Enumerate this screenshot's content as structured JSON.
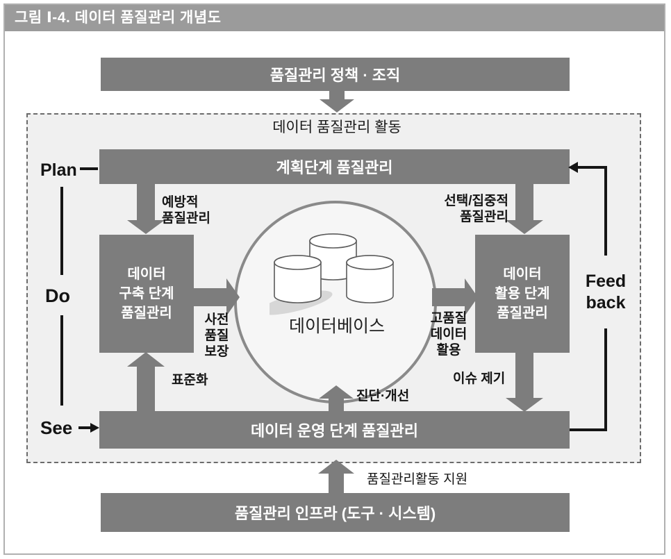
{
  "colors": {
    "box_gray": "#7d7d7d",
    "title_bar_gray": "#9b9b9b",
    "panel_bg": "#f0f0f0",
    "circle_bg": "#f6f6f6",
    "line_black": "#151515",
    "text_white": "#ffffff"
  },
  "title_bar": {
    "text": "그림 Ⅰ-4. 데이터 품질관리 개념도"
  },
  "top_box": {
    "label": "품질관리 정책 · 조직"
  },
  "activity_panel": {
    "title": "데이터 품질관리 활동",
    "plan_bar": {
      "label": "계획단계 품질관리"
    },
    "build_box": {
      "label": "데이터\n구축 단계\n품질관리"
    },
    "use_box": {
      "label": "데이터\n활용 단계\n품질관리"
    },
    "operate_bar": {
      "label": "데이터 운영 단계 품질관리"
    },
    "database": {
      "label": "데이터베이스"
    }
  },
  "pdca": {
    "plan": "Plan",
    "do": "Do",
    "see": "See",
    "feedback": "Feed\nback"
  },
  "flow_labels": {
    "preventive": "예방적\n품질관리",
    "selective": "선택/집중적\n품질관리",
    "advance_assurance": "사전\n품질\n보장",
    "high_quality_use": "고품질\n데이터\n활용",
    "standardization": "표준화",
    "issue_raising": "이슈 제기",
    "diagnosis_improvement": "진단·개선",
    "support": "품질관리활동 지원"
  },
  "infra_box": {
    "label": "품질관리 인프라 (도구 · 시스템)"
  }
}
